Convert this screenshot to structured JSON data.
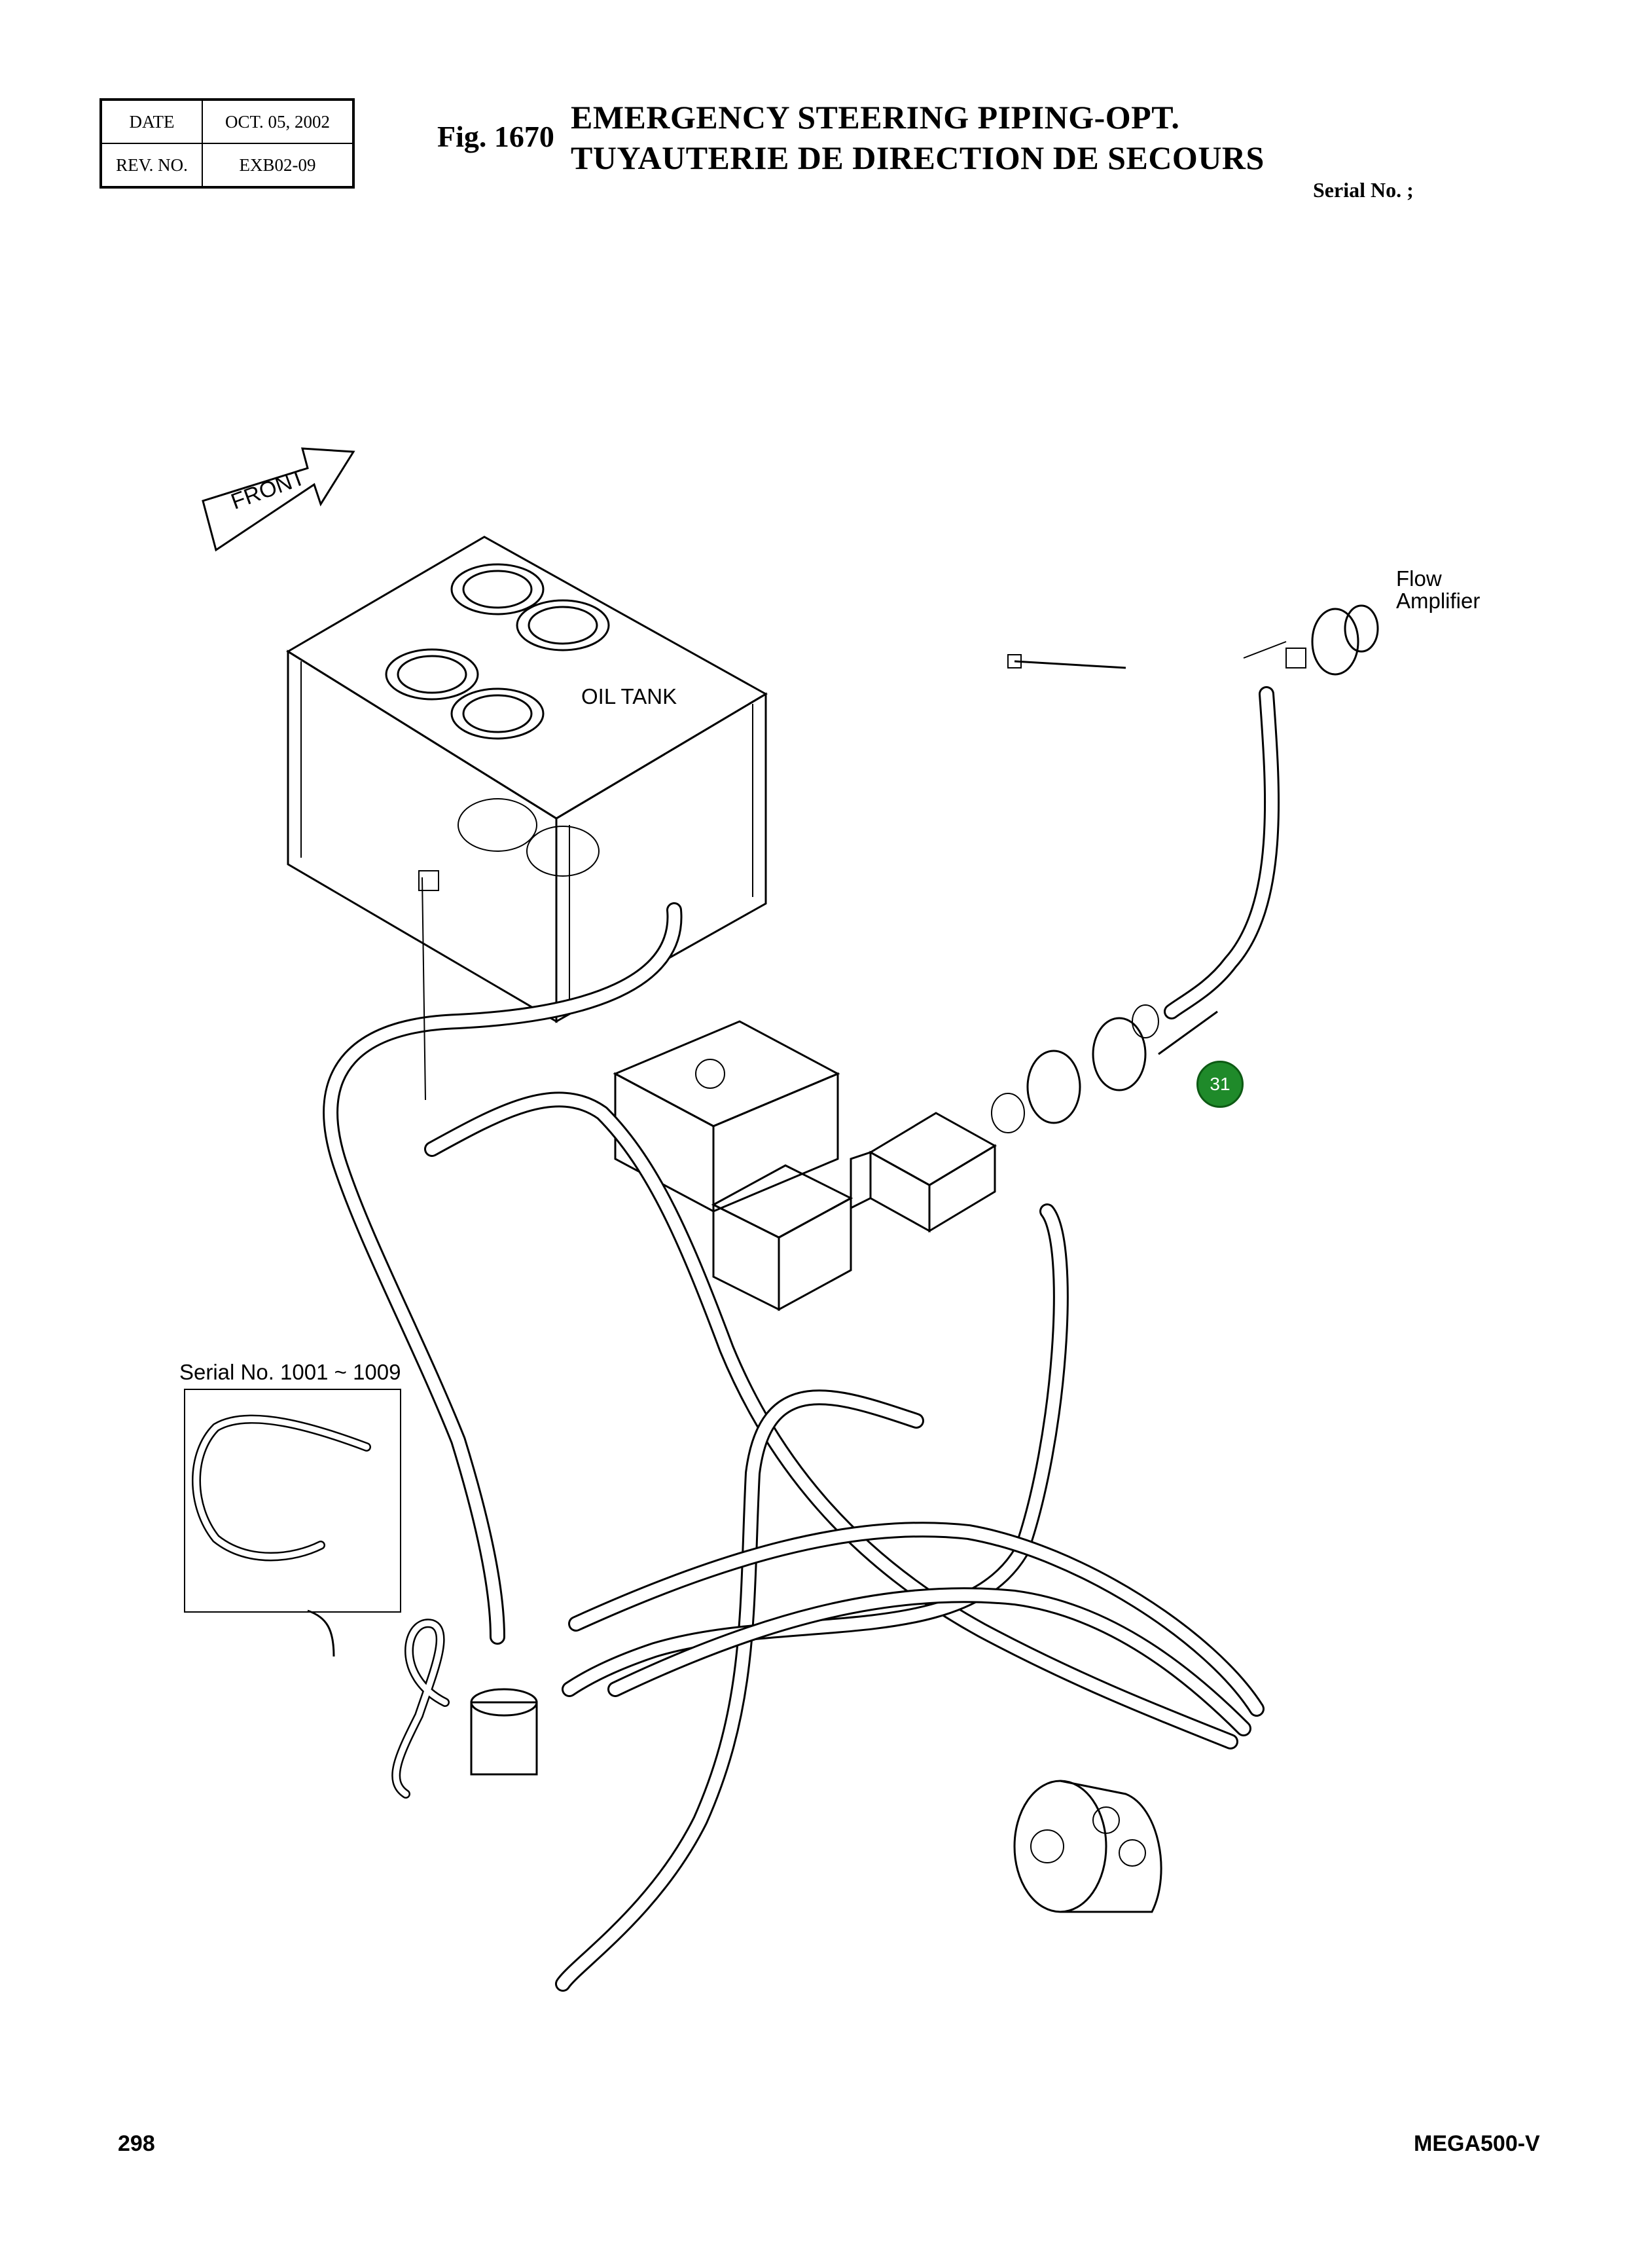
{
  "header": {
    "date_label": "DATE",
    "date_value": "OCT. 05, 2002",
    "rev_label": "REV. NO.",
    "rev_value": "EXB02-09",
    "fig_number": "Fig. 1670",
    "title_en": "EMERGENCY STEERING PIPING-OPT.",
    "title_fr": "TUYAUTERIE DE DIRECTION DE SECOURS",
    "serial": "Serial No. ;"
  },
  "diagram": {
    "front_label": "FRONT",
    "oil_tank_label": "OIL TANK",
    "flow_amplifier_label_line1": "Flow",
    "flow_amplifier_label_line2": "Amplifier",
    "inset_serial_label": "Serial No. 1001 ~ 1009",
    "callout_number": "31",
    "callout_color": "#1f8a2a"
  },
  "footer": {
    "page_number": "298",
    "model": "MEGA500-V"
  }
}
